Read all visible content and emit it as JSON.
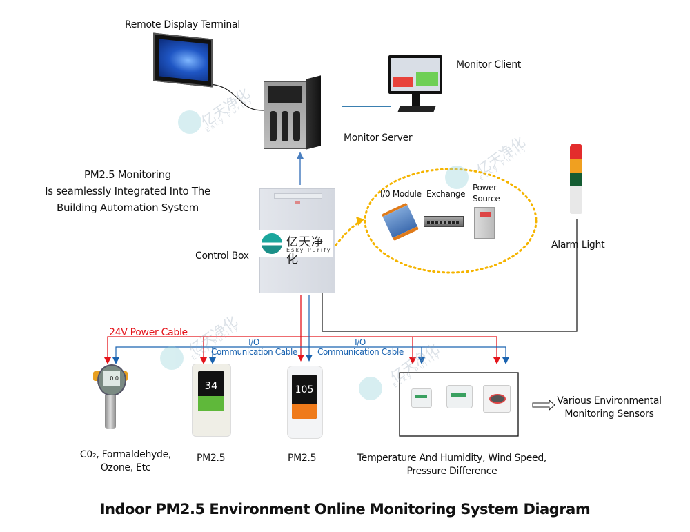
{
  "diagram": {
    "title": "Indoor PM2.5 Environment Online Monitoring System Diagram",
    "intro": {
      "line1": "PM2.5 Monitoring",
      "line2": "Is seamlessly Integrated Into The",
      "line3": "Building Automation System"
    },
    "nodes": {
      "remote_display": "Remote Display Terminal",
      "monitor_server": "Monitor Server",
      "monitor_client": "Monitor Client",
      "control_box": "Control Box",
      "alarm_light": "Alarm Light",
      "io_module": "I/0 Module",
      "exchange": "Exchange",
      "power_source_1": "Power",
      "power_source_2": "Source"
    },
    "brand": {
      "cn": "亿天净化",
      "en": "Esky Purify"
    },
    "cables": {
      "power": "24V Power Cable",
      "io_1": "I/O",
      "io_2": "Communication Cable",
      "power_color": "#e4141b",
      "io_color": "#1a63b0"
    },
    "sensors": {
      "gas_line1": "C0₂, Formaldehyde,",
      "gas_line2": "Ozone, Etc",
      "pm25_a": "PM2.5",
      "pm25_a_reading": "34",
      "pm25_b": "PM2.5",
      "pm25_b_reading": "105",
      "gas_reading": "0.0",
      "env_line1": "Temperature And Humidity, Wind Speed,",
      "env_line2": "Pressure Difference",
      "various_line1": "Various Environmental",
      "various_line2": "Monitoring Sensors"
    }
  }
}
